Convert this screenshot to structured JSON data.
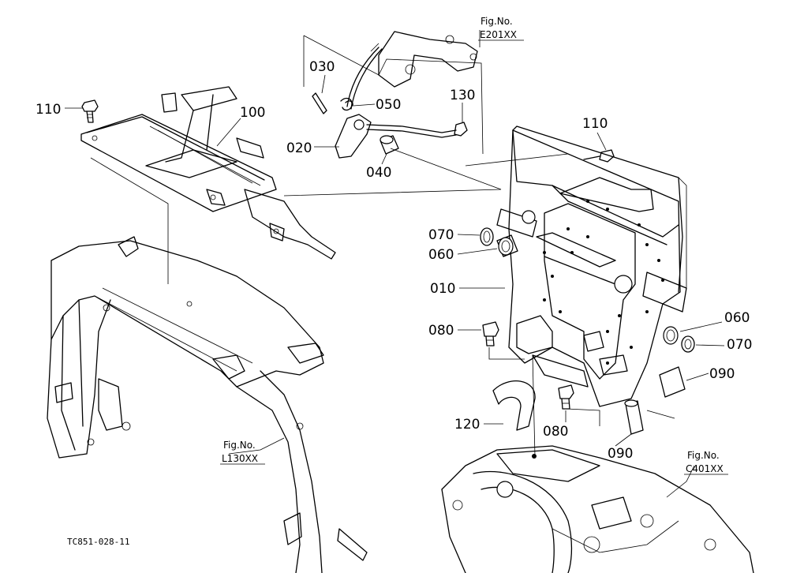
{
  "callouts": {
    "c110a": "110",
    "c100": "100",
    "c030": "030",
    "c050": "050",
    "c020": "020",
    "c040": "040",
    "c130": "130",
    "c110b": "110",
    "c070a": "070",
    "c060a": "060",
    "c010": "010",
    "c080a": "080",
    "c060b": "060",
    "c070b": "070",
    "c090a": "090",
    "c120": "120",
    "c080b": "080",
    "c090b": "090"
  },
  "figure_refs": {
    "e201": {
      "label": "Fig.No.",
      "code": "E201XX"
    },
    "l130": {
      "label": "Fig.No.",
      "code": "L130XX"
    },
    "c401": {
      "label": "Fig.No.",
      "code": "C401XX"
    }
  },
  "drawing_id": "TC851-028-11"
}
